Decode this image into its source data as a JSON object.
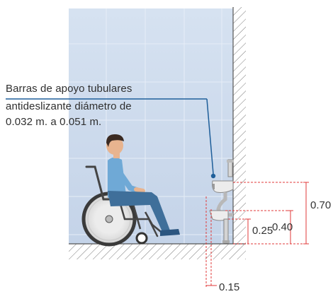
{
  "callout": {
    "lines": [
      "Barras de apoyo tubulares",
      "antideslizante diámetro de",
      "0.032 m. a 0.051 m."
    ]
  },
  "dimensions": {
    "grab_bar_height": "0.70",
    "upper_lavatory_height": "0.40",
    "lower_lavatory_height": "0.25",
    "bar_offset": "0.15"
  },
  "colors": {
    "wall_tile": "#c9d7ea",
    "callout_line": "#1f5f9a",
    "dimension_line": "#e03a3a",
    "hatch": "#666666",
    "shirt": "#6fa9d6",
    "pants": "#3f6f9a",
    "wheel": "#3a3a3a"
  },
  "icons": {
    "person": "wheelchair-user-icon",
    "lavatory": "lavatory-icon",
    "grab_bar": "grab-bar-icon"
  }
}
